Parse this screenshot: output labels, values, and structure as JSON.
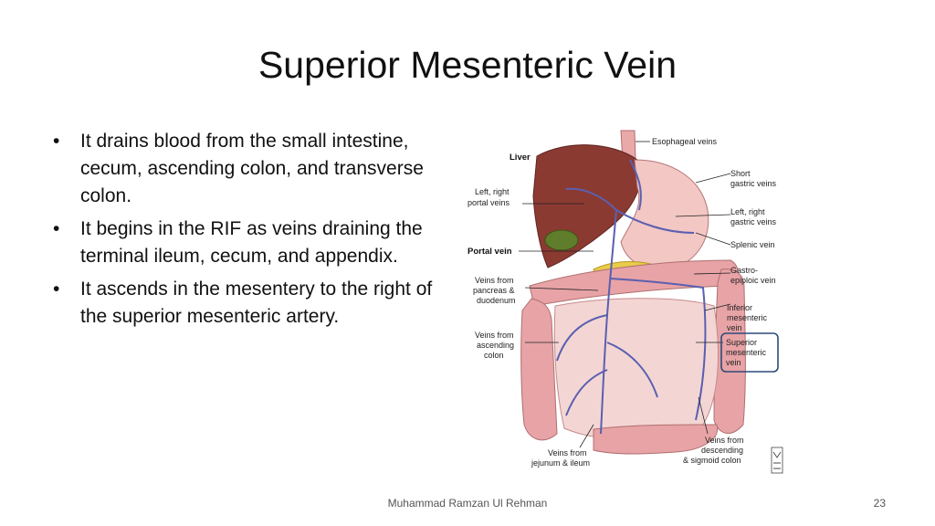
{
  "slide": {
    "title": "Superior Mesenteric Vein",
    "bullets": [
      "It drains blood from the small intestine, cecum, ascending colon, and transverse colon.",
      "It begins in the RIF as veins draining the terminal ileum, cecum, and appendix.",
      "It ascends in the mesentery to the right of the superior mesenteric artery."
    ],
    "bullet_glyph": "•",
    "footer": "Muhammad Ramzan Ul Rehman",
    "page_number": "23"
  },
  "figure": {
    "labels": {
      "liver": "Liver",
      "left_right_portal_veins_1": "Left, right",
      "left_right_portal_veins_2": "portal veins",
      "portal_vein": "Portal vein",
      "pancreas_1": "Veins from",
      "pancreas_2": "pancreas &",
      "pancreas_3": "duodenum",
      "ascending_1": "Veins from",
      "ascending_2": "ascending",
      "ascending_3": "colon",
      "jejunum_1": "Veins from",
      "jejunum_2": "jejunum & ileum",
      "esophageal": "Esophageal veins",
      "short_gastric_1": "Short",
      "short_gastric_2": "gastric veins",
      "lr_gastric_1": "Left, right",
      "lr_gastric_2": "gastric veins",
      "splenic": "Splenic vein",
      "gastro_1": "Gastro-",
      "gastro_2": "epiploic vein",
      "inferior_1": "Inferior",
      "inferior_2": "mesenteric",
      "inferior_3": "vein",
      "superior_1": "Superior",
      "superior_2": "mesenteric",
      "superior_3": "vein",
      "descending_1": "Veins from",
      "descending_2": "descending",
      "descending_3": "& sigmoid colon"
    },
    "colors": {
      "liver": "#8b3a32",
      "intestine": "#e7a3a6",
      "vein": "#5b5fb0",
      "gallbladder": "#5f7d2a",
      "pancreas": "#e8cc4a",
      "highlight_box": "#2e4a7a"
    },
    "logo_icon": "publisher-logo-mark"
  }
}
